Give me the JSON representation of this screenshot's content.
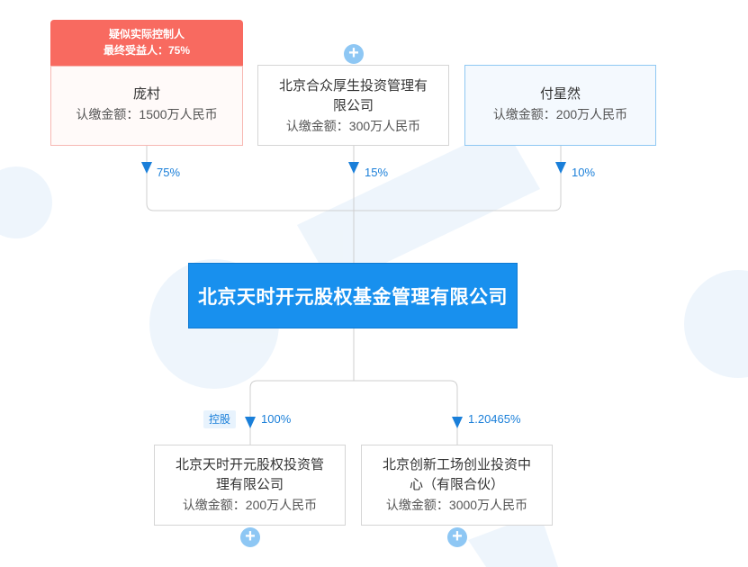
{
  "controller_tag": {
    "line1": "疑似实际控制人",
    "line2": "最终受益人：75%"
  },
  "shareholders": [
    {
      "name": "庞村",
      "amount": "认缴金额：1500万人民币",
      "percent": "75%"
    },
    {
      "name_line1": "北京合众厚生投资管理有",
      "name_line2": "限公司",
      "amount": "认缴金额：300万人民币",
      "percent": "15%"
    },
    {
      "name": "付星然",
      "amount": "认缴金额：200万人民币",
      "percent": "10%"
    }
  ],
  "center_company": "北京天时开元股权基金管理有限公司",
  "investments": [
    {
      "badge": "控股",
      "percent": "100%",
      "name_line1": "北京天时开元股权投资管",
      "name_line2": "理有限公司",
      "amount": "认缴金额：200万人民币"
    },
    {
      "percent": "1.20465%",
      "name_line1": "北京创新工场创业投资中",
      "name_line2": "心（有限合伙）",
      "amount": "认缴金额：3000万人民币"
    }
  ],
  "icons": [
    "plus-icon",
    "arrow-down-icon"
  ],
  "colors": {
    "primary": "#1890ee",
    "tag_red": "#f86a60",
    "percent_text": "#1a7fd9",
    "plus_icon": "#8ec7f4"
  }
}
